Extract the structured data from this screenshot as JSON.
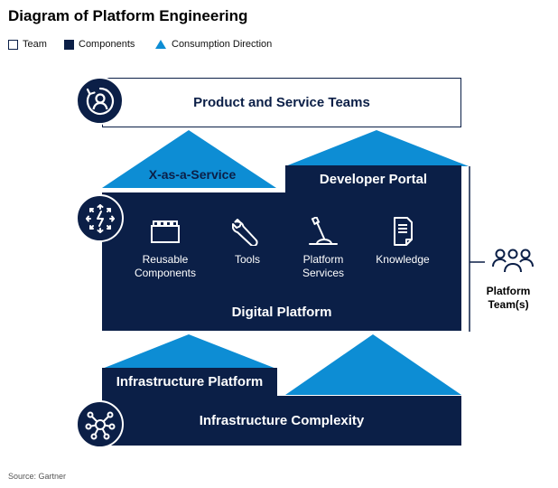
{
  "title": "Diagram of Platform Engineering",
  "legend": {
    "team": "Team",
    "components": "Components",
    "consumption": "Consumption Direction"
  },
  "colors": {
    "navy": "#0b1f47",
    "blue": "#0d8dd4",
    "white": "#ffffff"
  },
  "product_teams": {
    "label": "Product and Service Teams",
    "icon": "user-refresh-icon"
  },
  "xaas": {
    "label": "X-as-a-Service"
  },
  "developer_portal": {
    "label": "Developer Portal"
  },
  "digital_platform": {
    "label": "Digital Platform",
    "icon": "arrows-spark-icon",
    "items": [
      {
        "label": "Reusable Components",
        "icon": "bricks-icon"
      },
      {
        "label": "Tools",
        "icon": "wrench-icon"
      },
      {
        "label": "Platform Services",
        "icon": "lever-icon"
      },
      {
        "label": "Knowledge",
        "icon": "document-icon"
      }
    ]
  },
  "platform_teams": {
    "label": "Platform Team(s)",
    "icon": "team-icon"
  },
  "infrastructure_platform": {
    "label": "Infrastructure Platform"
  },
  "infrastructure_complexity": {
    "label": "Infrastructure Complexity",
    "icon": "network-hub-icon"
  },
  "source": "Source: Gartner"
}
